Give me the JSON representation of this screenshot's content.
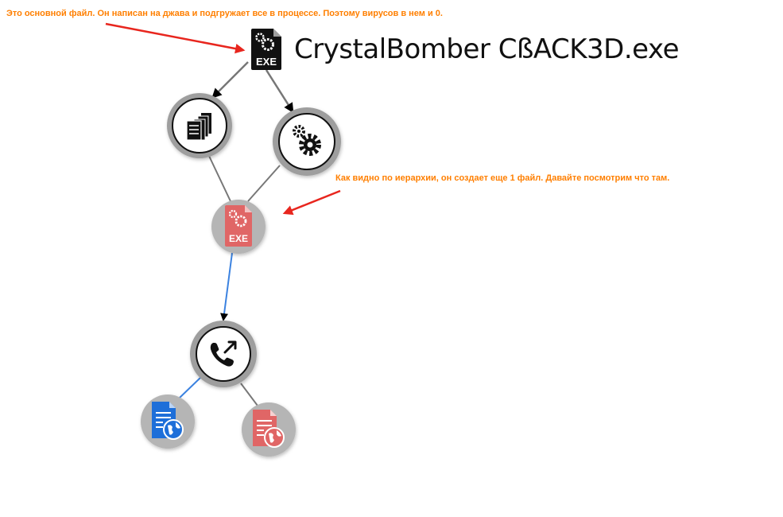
{
  "annotations": {
    "main_file_note": "Это основной файл. Он написан на джава и подгружает все в процессе. Поэтому вирусов в нем и 0.",
    "hierarchy_note": "Как видно по иерархии, он создает еще 1 файл. Давайте посмотрим что там."
  },
  "root_file": {
    "name": "CrystalBomber CßACK3D.exe",
    "icon": "exe-file-icon",
    "badge": "EXE"
  },
  "nodes": [
    {
      "id": "root-exe",
      "icon": "exe-file-icon",
      "badge": "EXE",
      "color": "#111111"
    },
    {
      "id": "files",
      "icon": "documents-icon",
      "color": "#111111"
    },
    {
      "id": "processes",
      "icon": "gears-icon",
      "color": "#111111"
    },
    {
      "id": "dropped-exe",
      "icon": "exe-file-icon",
      "badge": "EXE",
      "color": "#e06666"
    },
    {
      "id": "network",
      "icon": "phone-call-icon",
      "color": "#111111"
    },
    {
      "id": "web-doc-clean",
      "icon": "web-document-icon",
      "color": "#1e6fd9"
    },
    {
      "id": "web-doc-flagged",
      "icon": "web-document-icon",
      "color": "#e06666"
    }
  ],
  "colors": {
    "edge_default": "#777777",
    "edge_highlight": "#3b82e0",
    "arrow_annotation": "#e8261e",
    "node_ring": "#9e9e9e",
    "node_flagged": "#e06666",
    "node_clean": "#1e6fd9",
    "annotation_text": "#ff7f00"
  }
}
